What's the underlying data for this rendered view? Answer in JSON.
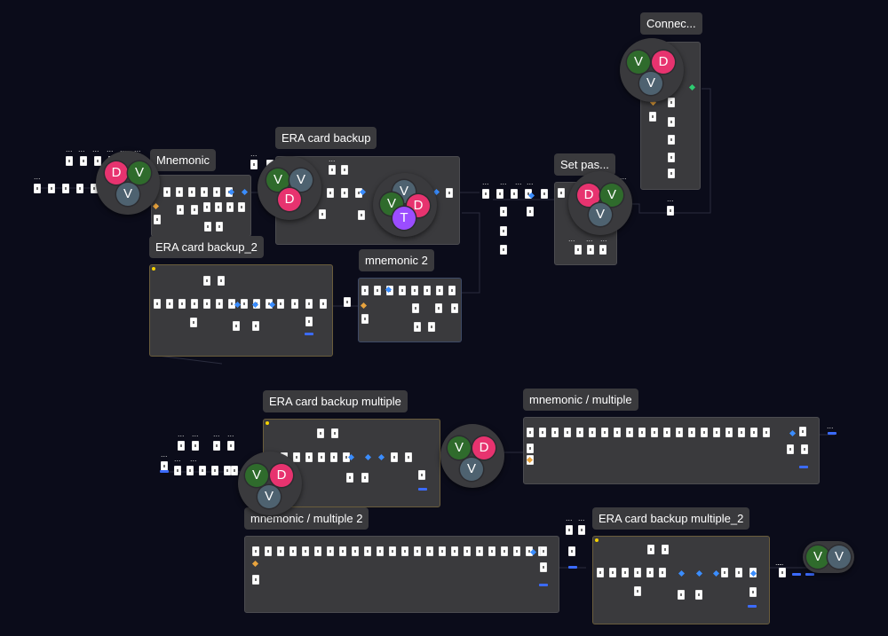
{
  "colors": {
    "background": "#0b0c1a",
    "section": "#3a3a3d",
    "wire": "#2b2d3e",
    "flow_diamond": "#3a8dff",
    "warn_diamond": "#e8a33d",
    "green_diamond": "#2ecc71",
    "end_bar": "#3b6bff",
    "avatar_d": "#e7336f",
    "avatar_v_green": "#2f6b2c",
    "avatar_v_slate": "#4e6270",
    "avatar_t": "#9b4dff"
  },
  "sections": [
    {
      "id": "mnemonic",
      "label": "Mnemonic"
    },
    {
      "id": "era-card-backup",
      "label": "ERA card backup"
    },
    {
      "id": "era-card-backup-2",
      "label": "ERA card backup_2"
    },
    {
      "id": "mnemonic-2",
      "label": "mnemonic 2"
    },
    {
      "id": "set-password",
      "label": "Set pas..."
    },
    {
      "id": "connect",
      "label": "Connec..."
    },
    {
      "id": "era-card-backup-multiple",
      "label": "ERA card backup multiple"
    },
    {
      "id": "mnemonic-multiple",
      "label": "mnemonic  / multiple"
    },
    {
      "id": "mnemonic-multiple-2",
      "label": "mnemonic  / multiple 2"
    },
    {
      "id": "era-card-backup-multiple-2",
      "label": "ERA card backup multiple_2"
    }
  ],
  "clusters": [
    {
      "id": "c1",
      "avatars": [
        {
          "letter": "D",
          "color": "avatar_d"
        },
        {
          "letter": "V",
          "color": "avatar_v_green"
        },
        {
          "letter": "V",
          "color": "avatar_v_slate"
        }
      ]
    },
    {
      "id": "c2",
      "avatars": [
        {
          "letter": "V",
          "color": "avatar_v_green"
        },
        {
          "letter": "V",
          "color": "avatar_v_slate"
        },
        {
          "letter": "D",
          "color": "avatar_d"
        }
      ]
    },
    {
      "id": "c3",
      "avatars": [
        {
          "letter": "V",
          "color": "avatar_v_slate"
        },
        {
          "letter": "V",
          "color": "avatar_v_green"
        },
        {
          "letter": "D",
          "color": "avatar_d"
        },
        {
          "letter": "T",
          "color": "avatar_t"
        }
      ]
    },
    {
      "id": "c4",
      "avatars": [
        {
          "letter": "D",
          "color": "avatar_d"
        },
        {
          "letter": "V",
          "color": "avatar_v_green"
        },
        {
          "letter": "V",
          "color": "avatar_v_slate"
        }
      ]
    },
    {
      "id": "c5",
      "avatars": [
        {
          "letter": "V",
          "color": "avatar_v_green"
        },
        {
          "letter": "D",
          "color": "avatar_d"
        },
        {
          "letter": "V",
          "color": "avatar_v_slate"
        }
      ]
    },
    {
      "id": "c6",
      "avatars": [
        {
          "letter": "V",
          "color": "avatar_v_green"
        },
        {
          "letter": "D",
          "color": "avatar_d"
        },
        {
          "letter": "V",
          "color": "avatar_v_slate"
        }
      ]
    },
    {
      "id": "c7",
      "avatars": [
        {
          "letter": "V",
          "color": "avatar_v_green"
        },
        {
          "letter": "D",
          "color": "avatar_d"
        },
        {
          "letter": "V",
          "color": "avatar_v_slate"
        }
      ]
    },
    {
      "id": "c8",
      "avatars": [
        {
          "letter": "V",
          "color": "avatar_v_green"
        },
        {
          "letter": "V",
          "color": "avatar_v_slate"
        }
      ]
    }
  ],
  "ellipsis": "...",
  "icons": {
    "frame": "screen-thumbnail-icon",
    "flow": "flow-diamond-icon",
    "ellipsis": "ellipsis-icon"
  }
}
